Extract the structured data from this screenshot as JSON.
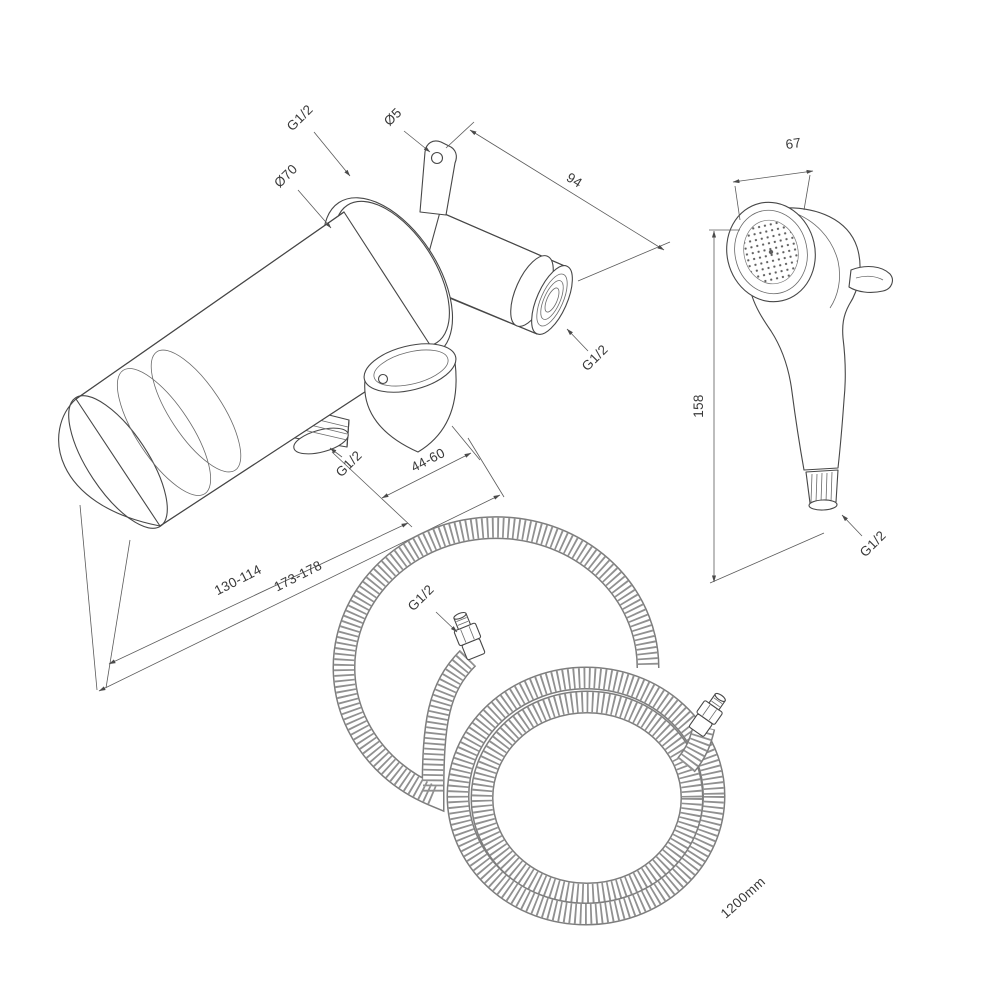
{
  "drawing": {
    "stroke_color": "#474747",
    "dim_color": "#5a5a5a"
  },
  "mixer": {
    "labels": {
      "wall_thread": "G1/2",
      "mount_hole_dia": "Ø5",
      "escutcheon_dia": "Ø70",
      "union_length": "94",
      "inlet_thread": "G1/2",
      "outlet_thread": "G1/2",
      "projection_range": "44-60",
      "length_range_inner": "130-114",
      "length_range_outer": "173-178"
    }
  },
  "sprayer": {
    "labels": {
      "head_width": "67",
      "height": "158",
      "thread": "G1/2"
    }
  },
  "hose": {
    "labels": {
      "thread": "G1/2",
      "length": "1200mm"
    }
  }
}
